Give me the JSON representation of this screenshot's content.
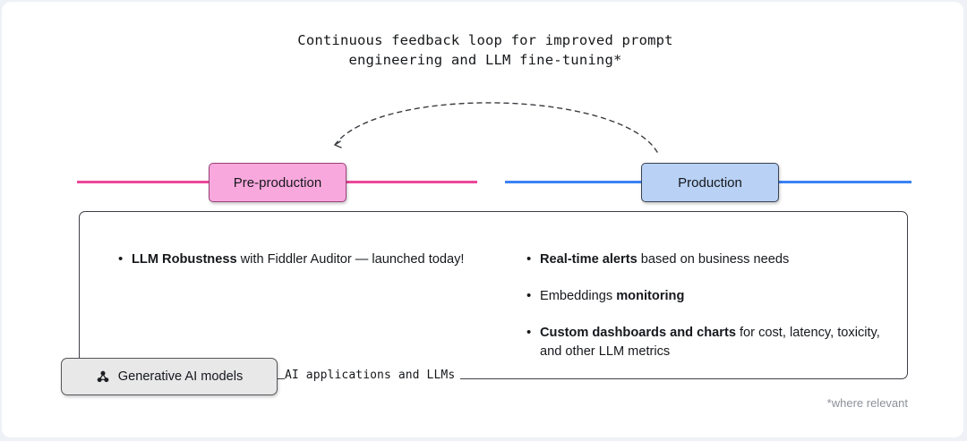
{
  "diagram": {
    "loop_title": "Continuous feedback loop for improved prompt\nengineering and LLM fine-tuning*",
    "arc_arrow_name": "feedback-loop-arrow",
    "stages": [
      {
        "label": "Pre-production",
        "fill": "#f9a8dd",
        "border": "#9a3f7a",
        "line_color": "#ec4899"
      },
      {
        "label": "Production",
        "fill": "#b8d1f4",
        "border": "#3b4252",
        "line_color": "#3b82f6"
      }
    ],
    "preproduction_items": [
      {
        "strong": "LLM Robustness",
        "rest": " with Fiddler Auditor — launched today!"
      }
    ],
    "production_items": [
      {
        "strong": "Real-time alerts",
        "rest": " based on business needs"
      },
      {
        "strong": "",
        "rest": "Embeddings ",
        "strong_tail": "monitoring"
      },
      {
        "strong": "Custom dashboards and charts",
        "rest": " for cost, latency, toxicity, and other LLM metrics"
      }
    ],
    "generative_models_chip": {
      "label": "Generative AI models",
      "icon": "nodes-cluster-icon"
    },
    "applications_label": "AI applications and LLMs",
    "footnote": "*where relevant"
  }
}
